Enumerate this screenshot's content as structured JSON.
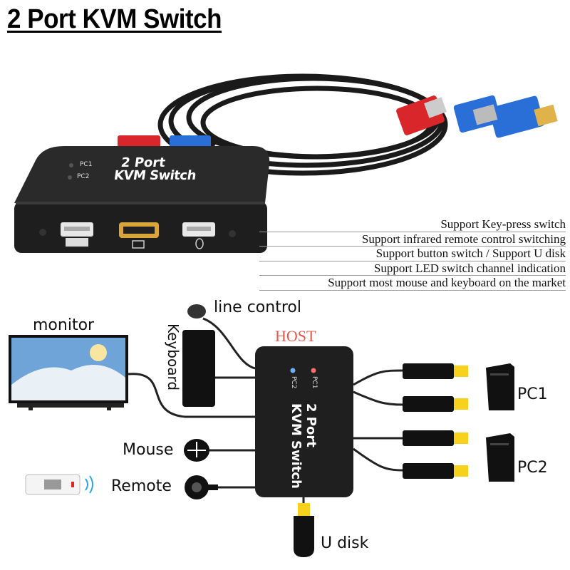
{
  "title": "2 Port KVM Switch",
  "features": [
    "Support Key-press switch",
    "Support infrared remote control switching",
    "Support button switch / Support U disk",
    "Support LED switch channel indication",
    "Support most mouse and keyboard on the market"
  ],
  "photo": {
    "led1": "PC1",
    "led2": "PC2",
    "brand_line1": "2 Port",
    "brand_line2": "KVM Switch"
  },
  "diagram": {
    "line_control": "line control",
    "monitor": "monitor",
    "keyboard": "Keyboard",
    "host": "HOST",
    "mouse": "Mouse",
    "remote": "Remote",
    "pc1": "PC1",
    "pc2": "PC2",
    "udisk": "U disk",
    "box_line1": "2 Port",
    "box_line2": "KVM Switch",
    "box_led1": "PC1",
    "box_led2": "PC2"
  },
  "colors": {
    "host": "#e8584a",
    "connector_yellow": "#f6d21d",
    "cable_red": "#d8262a",
    "cable_blue": "#2a6fd8"
  }
}
